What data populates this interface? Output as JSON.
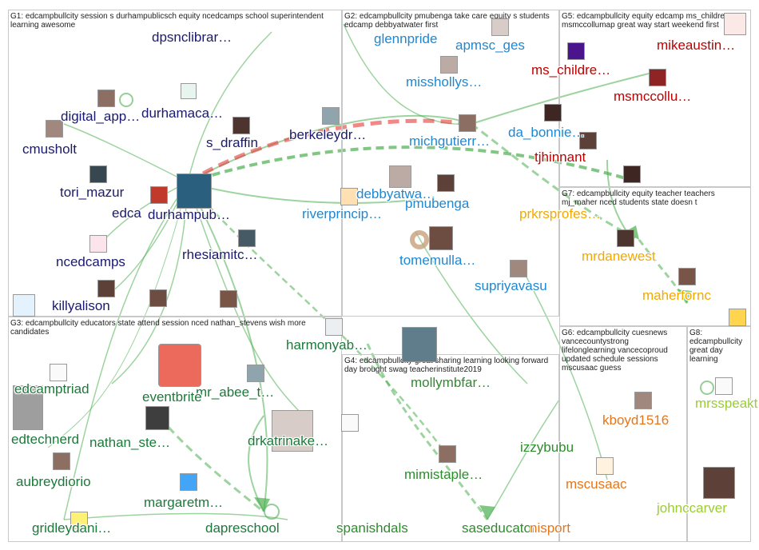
{
  "groups": [
    {
      "id": "G1",
      "title": "G1: edcampbullcity session s durhampublicsch equity ncedcamps school superintendent learning awesome"
    },
    {
      "id": "G2",
      "title": "G2: edcampbullcity pmubenga take care equity s students edcamp debbyatwater first"
    },
    {
      "id": "G5",
      "title": "G5: edcampbullcity equity edcamp ms_childress2 msmccollumap great way start weekend first"
    },
    {
      "id": "G7",
      "title": "G7: edcampbullcity equity teacher teachers mj_maher nced students state doesn t"
    },
    {
      "id": "G3",
      "title": "G3: edcampbullcity educators state attend session nced nathan_stevens wish more candidates"
    },
    {
      "id": "G4",
      "title": "G4: edcampbullcity great sharing learning looking forward day brought swag teacherinstitute2019"
    },
    {
      "id": "G6",
      "title": "G6: edcampbullcity cuesnews vancecountystrong lifelonglearning vancecoproud updated schedule sessions mscusaac guess"
    },
    {
      "id": "G8",
      "title": "G8: edcampbullcity great day learning"
    }
  ],
  "colors": {
    "g1": "#1a1a6e",
    "g2": "#1e88d2",
    "g5": "#c00000",
    "g7": "#f2a900",
    "g3": "#1b7a3a",
    "g4": "#2e8b2e",
    "g6": "#e6761a",
    "g8": "#9acd32",
    "edge": "#4caf50",
    "edge_strong": "#e53935"
  },
  "nodes": [
    {
      "label": "dpsnclibrar…",
      "group": "G1"
    },
    {
      "label": "digital_app…",
      "group": "G1"
    },
    {
      "label": "durhamaca…",
      "group": "G1"
    },
    {
      "label": "cmusholt",
      "group": "G1"
    },
    {
      "label": "s_draffin",
      "group": "G1"
    },
    {
      "label": "tori_mazur",
      "group": "G1"
    },
    {
      "label": "edca",
      "group": "G1"
    },
    {
      "label": "durhampub…",
      "group": "G1"
    },
    {
      "label": "ncedcamps",
      "group": "G1"
    },
    {
      "label": "rhesiamitc…",
      "group": "G1"
    },
    {
      "label": "killyalison",
      "group": "G1"
    },
    {
      "label": "berkeleydr…",
      "group": "G1"
    },
    {
      "label": "glennpride",
      "group": "G2"
    },
    {
      "label": "apmsc_ges",
      "group": "G2"
    },
    {
      "label": "misshollys…",
      "group": "G2"
    },
    {
      "label": "michgutierr…",
      "group": "G2"
    },
    {
      "label": "da_bonnie…",
      "group": "G2"
    },
    {
      "label": "debbyatwa…",
      "group": "G2"
    },
    {
      "label": "pmubenga",
      "group": "G2"
    },
    {
      "label": "riverprincip…",
      "group": "G2"
    },
    {
      "label": "tomemulla…",
      "group": "G2"
    },
    {
      "label": "supriyavasu",
      "group": "G2"
    },
    {
      "label": "mikeaustin…",
      "group": "G5"
    },
    {
      "label": "ms_childre…",
      "group": "G5"
    },
    {
      "label": "msmccollu…",
      "group": "G5"
    },
    {
      "label": "tjhinnant",
      "group": "G5"
    },
    {
      "label": "prkrsprofes…",
      "group": "G7"
    },
    {
      "label": "mrdanewest",
      "group": "G7"
    },
    {
      "label": "maherfornc",
      "group": "G7"
    },
    {
      "label": "edtechnerd",
      "group": "G3"
    },
    {
      "label": "nathan_ste…",
      "group": "G3"
    },
    {
      "label": "aubreydiorio",
      "group": "G3"
    },
    {
      "label": "margaretm…",
      "group": "G3"
    },
    {
      "label": "gridleydani…",
      "group": "G3"
    },
    {
      "label": "dapreschool",
      "group": "G3"
    },
    {
      "label": "drkatrinake…",
      "group": "G3"
    },
    {
      "label": "mr_abee_t…",
      "group": "G3"
    },
    {
      "label": "eventbrite",
      "group": "G3"
    },
    {
      "label": "harmonyab…",
      "group": "G3"
    },
    {
      "label": "edcamptriad",
      "group": "G3"
    },
    {
      "label": "mollymbfar…",
      "group": "G4"
    },
    {
      "label": "mimistaple…",
      "group": "G4"
    },
    {
      "label": "izzybubu",
      "group": "G4"
    },
    {
      "label": "spanishdals",
      "group": "G4"
    },
    {
      "label": "saseducator",
      "group": "G4"
    },
    {
      "label": "kboyd1516",
      "group": "G6"
    },
    {
      "label": "mscusaac",
      "group": "G6"
    },
    {
      "label": "nisport",
      "group": "G6"
    },
    {
      "label": "mrsspeakt…",
      "group": "G8"
    },
    {
      "label": "johnccarver",
      "group": "G8"
    }
  ]
}
